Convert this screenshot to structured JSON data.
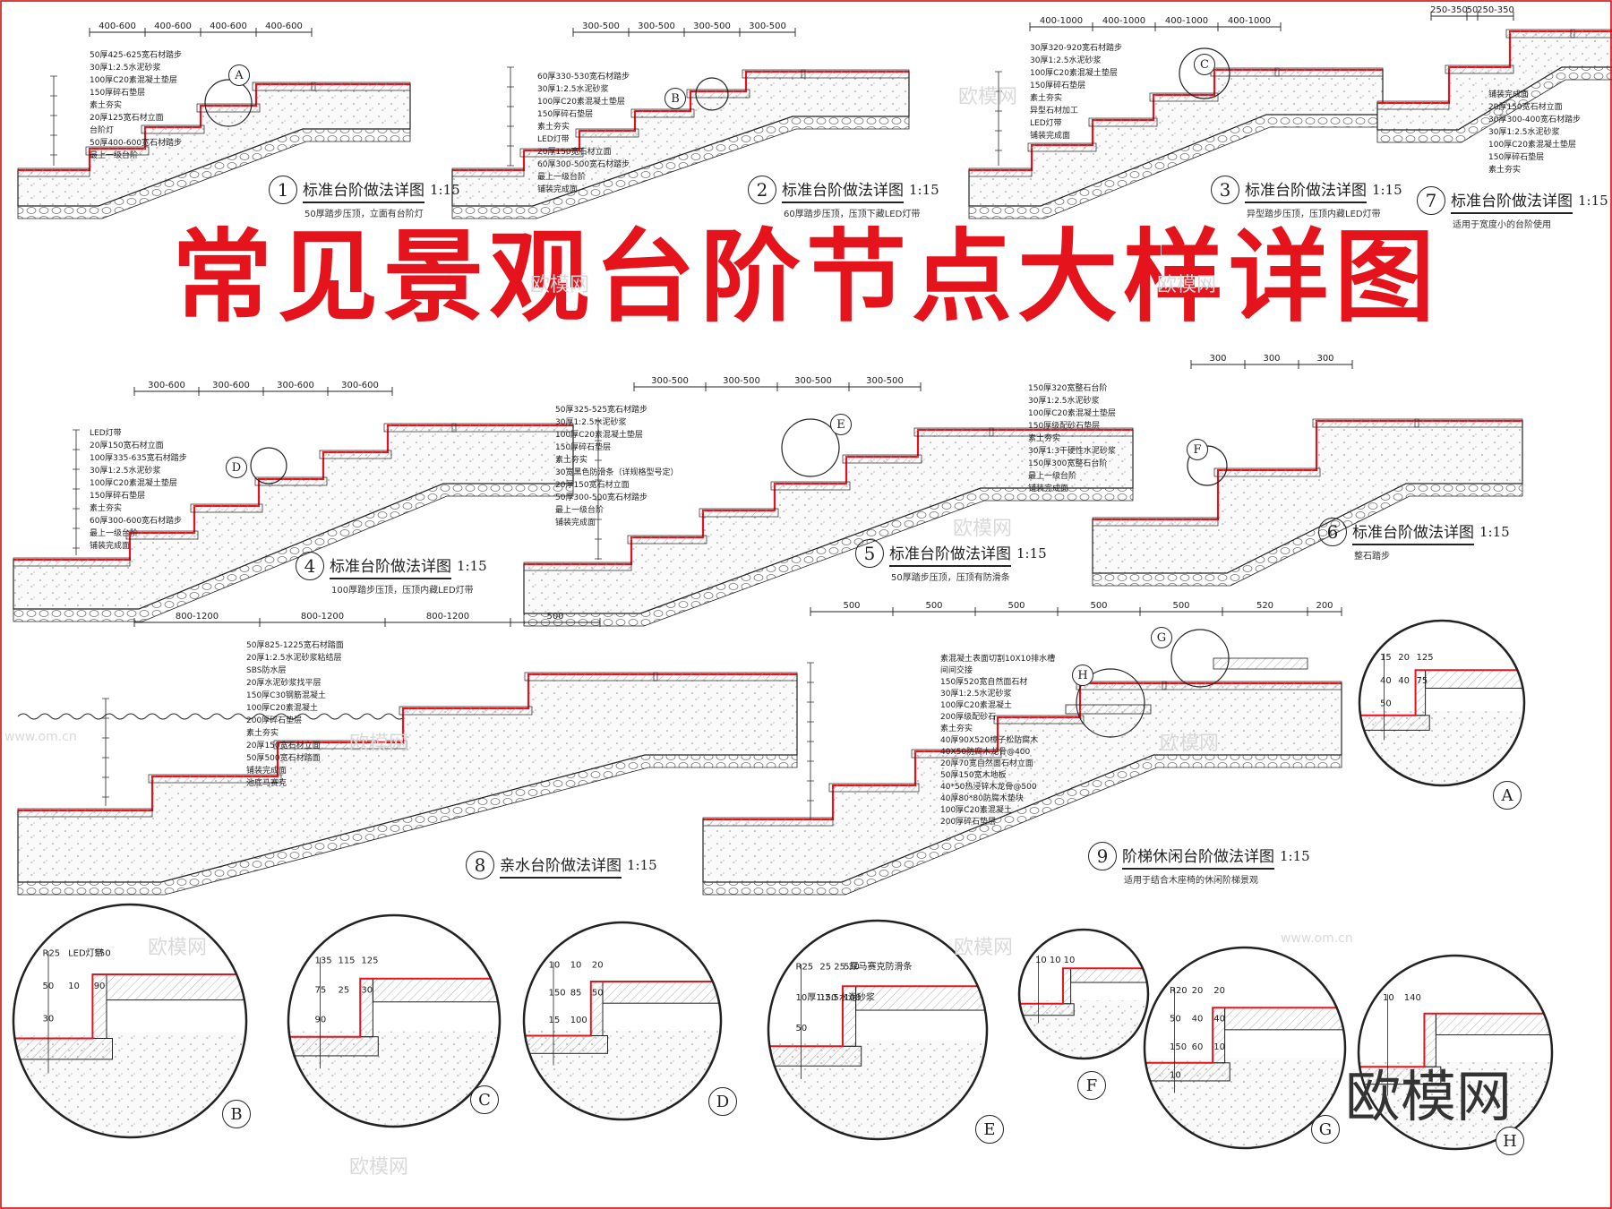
{
  "title": "常见景观台阶节点大样详图",
  "brand": "欧模网",
  "watermark": "欧模网",
  "watermark_url": "www.om.cn",
  "colors": {
    "title": "#e5141c",
    "red_line": "#e5141c",
    "line": "#222222"
  },
  "details": [
    {
      "num": "1",
      "title": "标准台阶做法详图",
      "scale": "1:15",
      "sub": "50厚踏步压顶，立面有台阶灯",
      "dims": [
        "400-600",
        "400-600",
        "400-600",
        "400-600"
      ],
      "labels": [
        "50厚425-625宽石材踏步",
        "30厚1:2.5水泥砂浆",
        "100厚C20素混凝土垫层",
        "150厚碎石垫层",
        "素土夯实",
        "20厚125宽石材立面",
        "台阶灯",
        "50厚400-600宽石材踏步",
        "最上一级台阶"
      ]
    },
    {
      "num": "2",
      "title": "标准台阶做法详图",
      "scale": "1:15",
      "sub": "60厚踏步压顶，压顶下藏LED灯带",
      "dims": [
        "300-500",
        "300-500",
        "300-500",
        "300-500"
      ],
      "labels": [
        "60厚330-530宽石材踏步",
        "30厚1:2.5水泥砂浆",
        "100厚C20素混凝土垫层",
        "150厚碎石垫层",
        "素土夯实",
        "LED灯带",
        "20厚150宽石材立面",
        "60厚300-500宽石材踏步",
        "最上一级台阶",
        "铺装完成面"
      ]
    },
    {
      "num": "3",
      "title": "标准台阶做法详图",
      "scale": "1:15",
      "sub": "异型踏步压顶，压顶内藏LED灯带",
      "dims": [
        "400-1000",
        "400-1000",
        "400-1000",
        "400-1000"
      ],
      "labels": [
        "30厚320-920宽石材踏步",
        "30厚1:2.5水泥砂浆",
        "100厚C20素混凝土垫层",
        "150厚碎石垫层",
        "素土夯实",
        "异型石材加工",
        "LED灯带",
        "铺装完成面"
      ]
    },
    {
      "num": "7",
      "title": "标准台阶做法详图",
      "scale": "1:15",
      "sub": "适用于宽度小的台阶使用",
      "dims": [
        "250-350",
        "50",
        "250-350"
      ],
      "labels": [
        "铺装完成面",
        "20厚150宽石材立面",
        "30厚300-400宽石材踏步",
        "30厚1:2.5水泥砂浆",
        "100厚C20素混凝土垫层",
        "150厚碎石垫层",
        "素土夯实"
      ]
    },
    {
      "num": "4",
      "title": "标准台阶做法详图",
      "scale": "1:15",
      "sub": "100厚踏步压顶，压顶内藏LED灯带",
      "dims": [
        "300-600",
        "300-600",
        "300-600",
        "300-600"
      ],
      "labels": [
        "LED灯带",
        "20厚150宽石材立面",
        "100厚335-635宽石材踏步",
        "30厚1:2.5水泥砂浆",
        "100厚C20素混凝土垫层",
        "150厚碎石垫层",
        "素土夯实",
        "60厚300-600宽石材踏步",
        "最上一级台阶",
        "铺装完成面"
      ]
    },
    {
      "num": "5",
      "title": "标准台阶做法详图",
      "scale": "1:15",
      "sub": "50厚踏步压顶，压顶有防滑条",
      "dims": [
        "300-500",
        "300-500",
        "300-500",
        "300-500"
      ],
      "labels": [
        "50厚325-525宽石材踏步",
        "30厚1:2.5水泥砂浆",
        "100厚C20素混凝土垫层",
        "150厚碎石垫层",
        "素土夯实",
        "30宽黑色防滑条（详规格型号定）",
        "20厚150宽石材立面",
        "50厚300-500宽石材踏步",
        "最上一级台阶",
        "铺装完成面"
      ]
    },
    {
      "num": "6",
      "title": "标准台阶做法详图",
      "scale": "1:15",
      "sub": "整石踏步",
      "dims": [
        "300",
        "300",
        "300"
      ],
      "labels": [
        "150厚320宽整石台阶",
        "30厚1:2.5水泥砂浆",
        "100厚C20素混凝土垫层",
        "150厚级配砂石垫层",
        "素土夯实",
        "30厚1:3干硬性水泥砂浆",
        "150厚300宽整石台阶",
        "最上一级台阶",
        "铺装完成面"
      ]
    },
    {
      "num": "8",
      "title": "亲水台阶做法详图",
      "scale": "1:15",
      "sub": "",
      "dims": [
        "800-1200",
        "800-1200",
        "800-1200",
        "500"
      ],
      "labels": [
        "50厚825-1225宽石材踏面",
        "20厚1:2.5水泥砂浆粘结层",
        "SBS防水层",
        "20厚水泥砂浆找平层",
        "150厚C30钢筋混凝土",
        "100厚C20素混凝土",
        "200厚碎石垫层",
        "素土夯实",
        "20厚150宽石材立面",
        "50厚500宽石材踏面",
        "铺装完成面",
        "池底马赛克"
      ]
    },
    {
      "num": "9",
      "title": "阶梯休闲台阶做法详图",
      "scale": "1:15",
      "sub": "适用于结合木座椅的休闲阶梯景观",
      "dims": [
        "500",
        "500",
        "500",
        "500",
        "500",
        "520",
        "200"
      ],
      "labels": [
        "素混凝土表面切割10X10排水槽",
        "间间交接",
        "150厚520宽自然面石材",
        "30厚1:2.5水泥砂浆",
        "100厚C20素混凝土",
        "200厚级配砂石",
        "素土夯实",
        "40厚90X520樟子松防腐木",
        "40X50防腐木龙骨@400",
        "20厚70宽自然面石材立面",
        "50厚150宽木地板",
        "40*50热浸锌木龙骨@500",
        "40厚80*80防腐木垫块",
        "100厚C20素混凝土",
        "200厚碎石垫层"
      ]
    }
  ],
  "zooms": [
    {
      "letter": "A",
      "labels": [
        "15",
        "20",
        "125",
        "40",
        "40",
        "75",
        "50"
      ]
    },
    {
      "letter": "B",
      "labels": [
        "R25",
        "LED灯带",
        "150",
        "50",
        "10",
        "90",
        "30"
      ]
    },
    {
      "letter": "C",
      "labels": [
        "135",
        "115",
        "125",
        "75",
        "25",
        "30",
        "90"
      ]
    },
    {
      "letter": "D",
      "labels": [
        "10",
        "10",
        "20",
        "150",
        "85",
        "50",
        "15",
        "100"
      ]
    },
    {
      "letter": "E",
      "labels": [
        "R25",
        "25 25 30",
        "5厚马赛克防滑条",
        "10厚1:2.5水泥砂浆",
        "150",
        "100",
        "50"
      ]
    },
    {
      "letter": "F",
      "labels": [
        "10",
        "10",
        "10"
      ]
    },
    {
      "letter": "G",
      "labels": [
        "R20",
        "20",
        "20",
        "50",
        "40",
        "40",
        "150",
        "60",
        "10",
        "10"
      ]
    },
    {
      "letter": "H",
      "labels": [
        "10",
        "140"
      ]
    }
  ]
}
